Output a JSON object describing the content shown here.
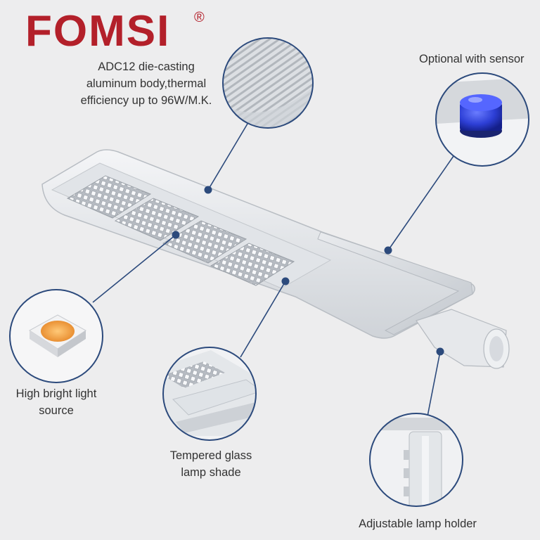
{
  "brand": {
    "name": "FOMSI",
    "registered_mark": "®",
    "color": "#b3202a"
  },
  "callouts": {
    "body": {
      "lines": [
        "ADC12 die-casting",
        "aluminum body,thermal",
        "efficiency up to 96W/M.K."
      ]
    },
    "sensor": {
      "lines": [
        "Optional with sensor"
      ]
    },
    "led": {
      "lines": [
        "High bright light",
        "source"
      ]
    },
    "glass": {
      "lines": [
        "Tempered glass",
        "lamp shade"
      ]
    },
    "holder": {
      "lines": [
        "Adjustable lamp holder"
      ]
    }
  },
  "colors": {
    "background": "#ededee",
    "callout_line": "#2c4a7c",
    "sensor_dome": "#2d3fd6",
    "led_chip": "#f0a048"
  },
  "icons": [
    "heatsink-fins",
    "sensor-dome",
    "led-chip",
    "glass-shade",
    "lamp-holder"
  ]
}
